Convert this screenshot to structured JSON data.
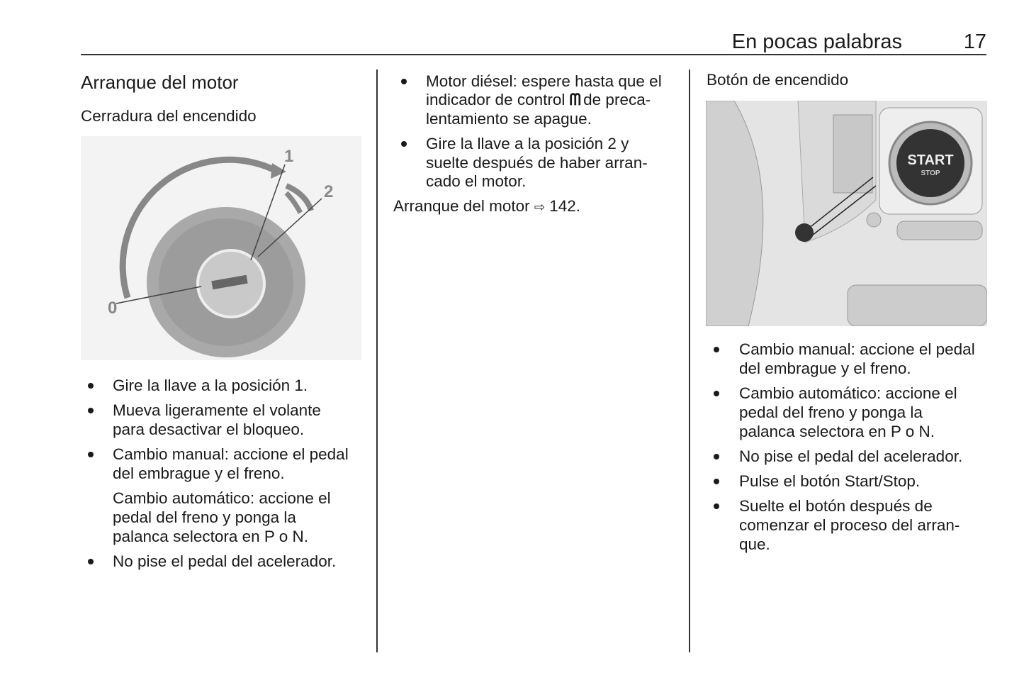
{
  "header": {
    "title": "En pocas palabras",
    "page_number": "17"
  },
  "left": {
    "title": "Arranque del motor",
    "subtitle": "Cerradura del encendido",
    "figure_labels": [
      "0",
      "1",
      "2"
    ],
    "bullets": [
      {
        "lines": [
          "Gire la llave a la posición 1."
        ]
      },
      {
        "lines": [
          "Mueva ligeramente el volante",
          "para desactivar el bloqueo."
        ]
      },
      {
        "lines": [
          "Cambio manual: accione el pedal",
          "del embrague y el freno."
        ],
        "extra": [
          "Cambio automático: accione el",
          "pedal del freno y ponga la",
          "palanca selectora en P o N."
        ]
      },
      {
        "lines": [
          "No pise el pedal del acelerador."
        ]
      }
    ]
  },
  "middle": {
    "bullets": [
      {
        "lines": [
          "Motor diésel: espere hasta que el",
          "indicador de control",
          "de preca-",
          "lentamiento se apague."
        ],
        "icon": "glow-plug-icon"
      },
      {
        "lines": [
          "Gire la llave a la posición 2 y",
          "suelte después de haber arran-",
          "cado el motor."
        ]
      }
    ],
    "reference": {
      "text": "Arranque del motor",
      "arrow": "⇨",
      "page": "142."
    }
  },
  "right": {
    "title": "Botón de encendido",
    "figure_labels": {
      "start": "START",
      "stop": "STOP"
    },
    "bullets": [
      {
        "lines": [
          "Cambio manual: accione el pedal",
          "del embrague y el freno."
        ]
      },
      {
        "lines": [
          "Cambio automático: accione el",
          "pedal del freno y ponga la",
          "palanca selectora en P o N."
        ]
      },
      {
        "lines": [
          "No pise el pedal del acelerador."
        ]
      },
      {
        "lines": [
          "Pulse el botón Start/Stop."
        ]
      },
      {
        "lines": [
          "Suelte el botón después de",
          "comenzar el proceso del arran-",
          "que."
        ]
      }
    ]
  }
}
